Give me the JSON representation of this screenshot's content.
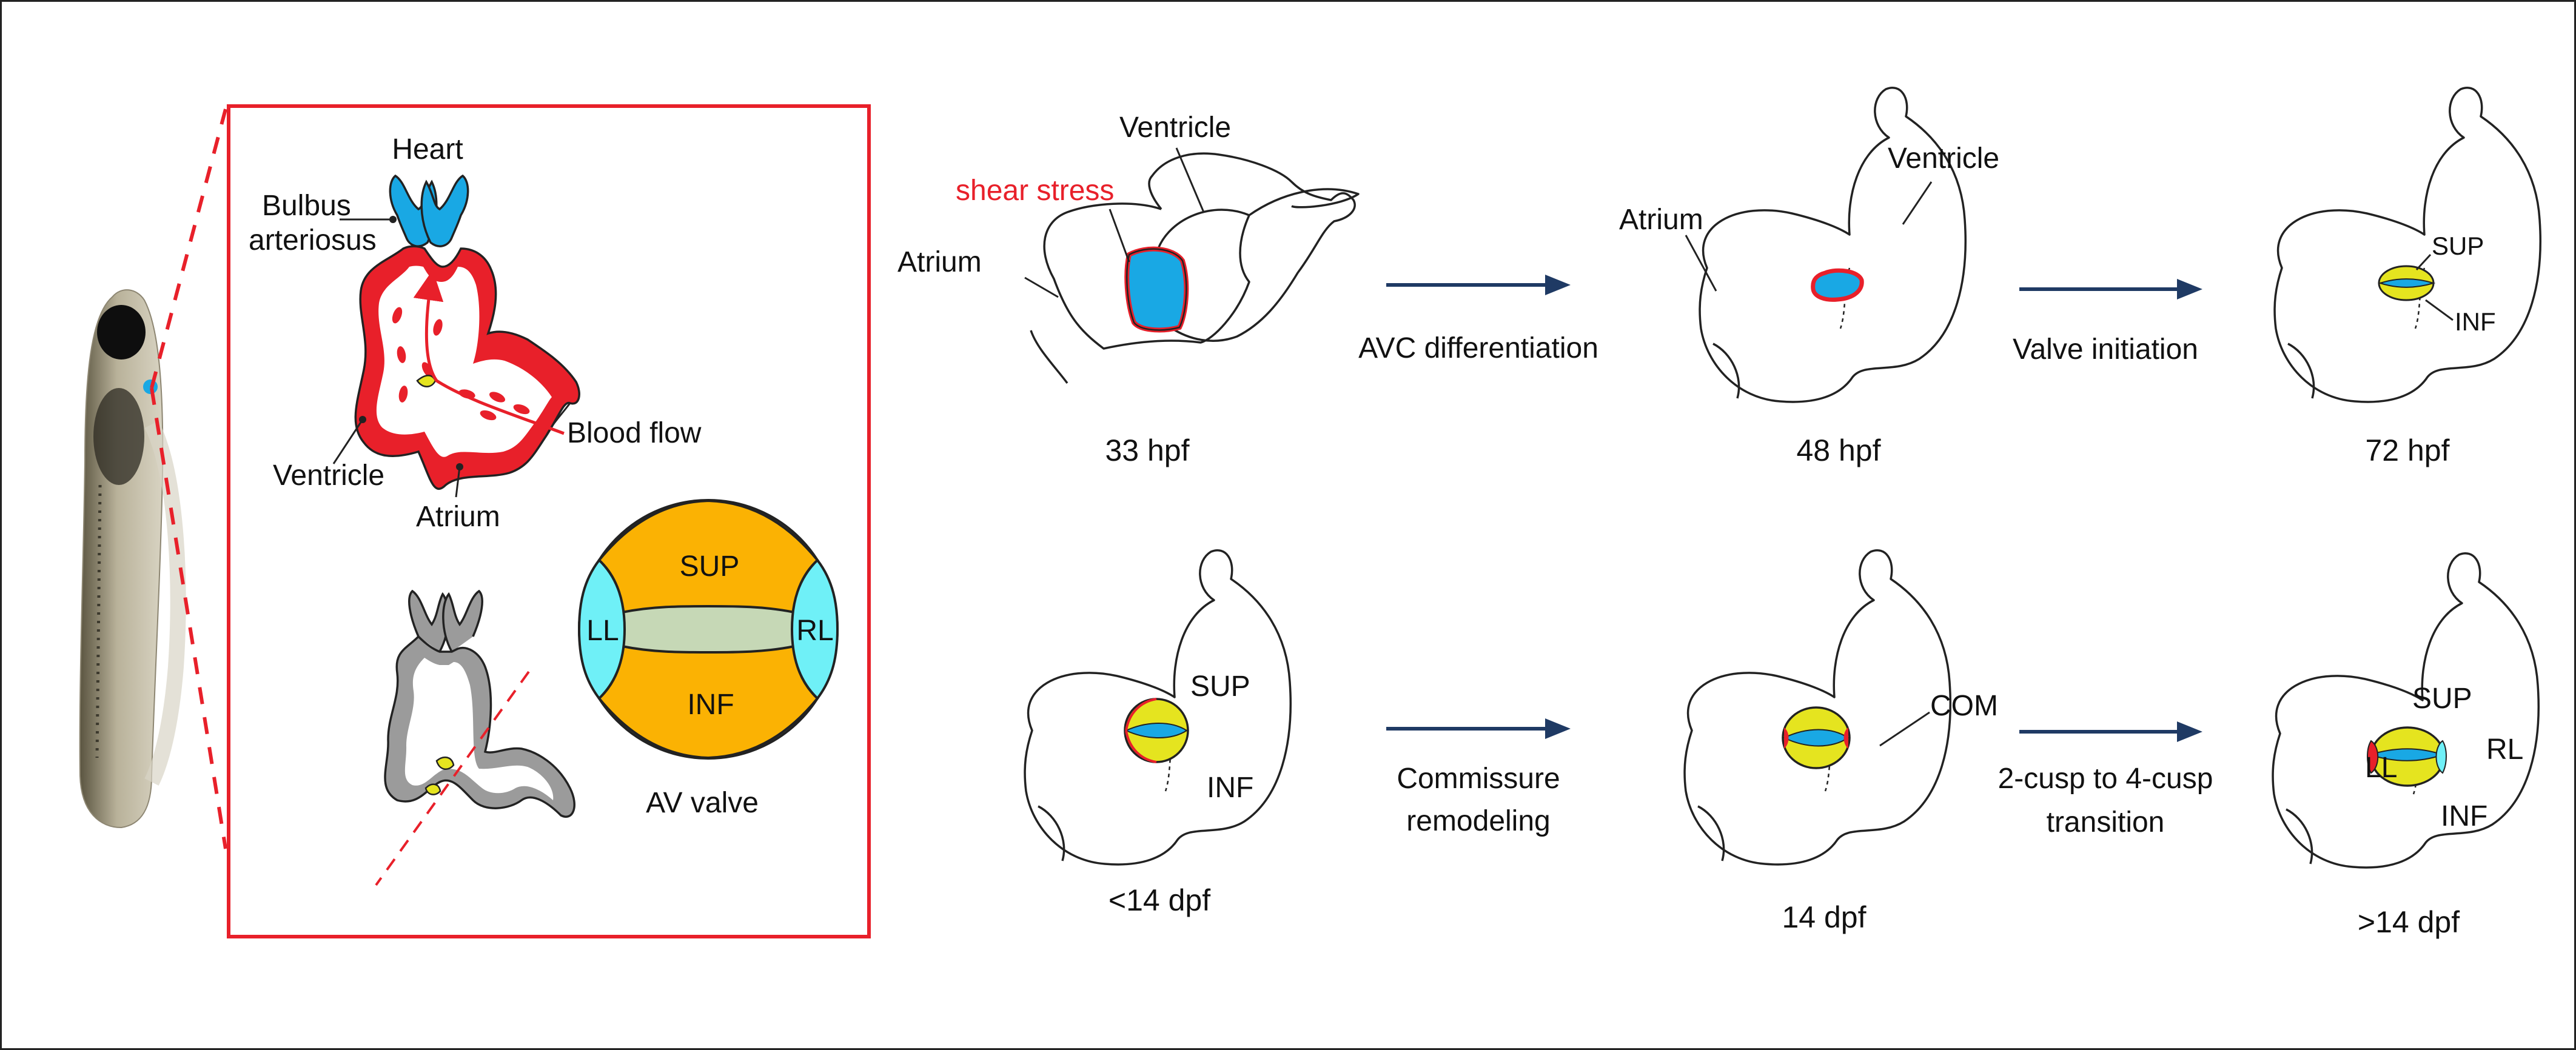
{
  "colors": {
    "outline": "#222222",
    "red": "#e8202a",
    "blue": "#19a8e4",
    "cyan": "#6ff0f7",
    "yellow": "#e5e41f",
    "orange": "#fbb203",
    "gray": "#9b9b9b",
    "navy": "#1f3a64",
    "pale_green": "#c6d8b6"
  },
  "inset": {
    "heart": "Heart",
    "bulbus": [
      "Bulbus",
      "arteriosus"
    ],
    "ventricle": "Ventricle",
    "atrium": "Atrium",
    "blood_flow": "Blood flow",
    "av_valve": {
      "caption": "AV valve",
      "sup": "SUP",
      "inf": "INF",
      "ll": "LL",
      "rl": "RL"
    }
  },
  "stages": {
    "s33": {
      "time": "33 hpf",
      "ventricle": "Ventricle",
      "atrium": "Atrium",
      "shear": "shear stress"
    },
    "s48": {
      "time": "48 hpf",
      "ventricle": "Ventricle",
      "atrium": "Atrium"
    },
    "s72": {
      "time": "72 hpf",
      "sup": "SUP",
      "inf": "INF"
    },
    "sLt14": {
      "time": "<14 dpf",
      "sup": "SUP",
      "inf": "INF"
    },
    "s14": {
      "time": "14 dpf",
      "com": "COM"
    },
    "sGt14": {
      "time": ">14 dpf",
      "sup": "SUP",
      "inf": "INF",
      "ll": "LL",
      "rl": "RL"
    }
  },
  "transitions": {
    "avc": "AVC differentiation",
    "valve": "Valve initiation",
    "commissure": [
      "Commissure",
      "remodeling"
    ],
    "cusp": [
      "2-cusp to 4-cusp",
      "transition"
    ]
  }
}
